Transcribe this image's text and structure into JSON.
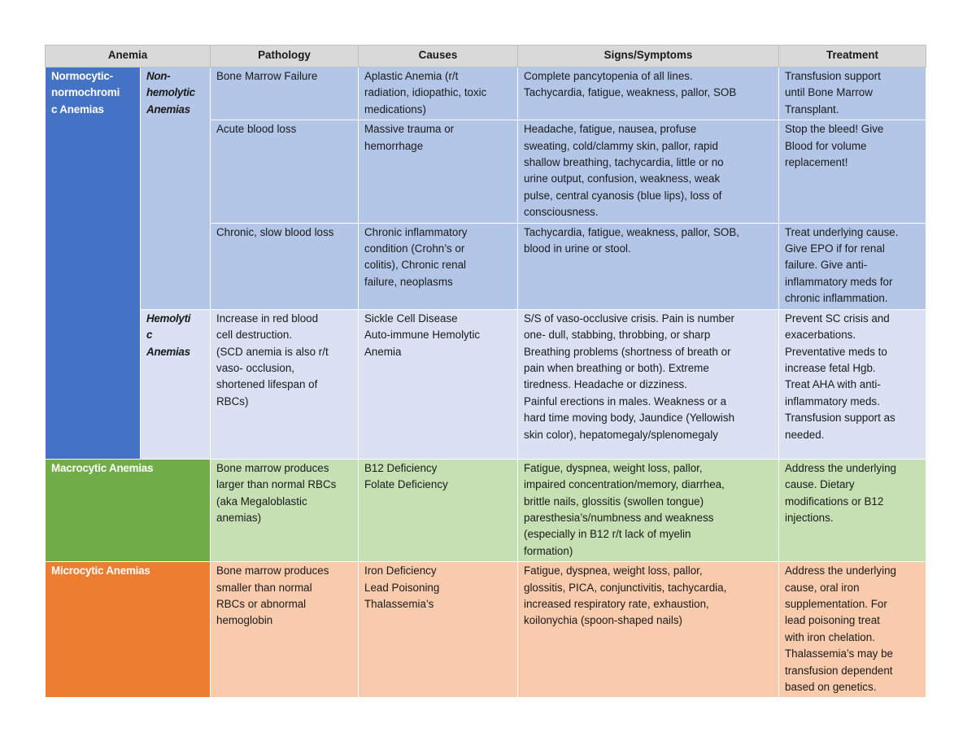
{
  "headers": [
    "Anemia",
    "Pathology",
    "Causes",
    "Signs/Symptoms",
    "Treatment"
  ],
  "groups": {
    "normocytic": "Normocytic-\nnormochromi\nc Anemias",
    "non_hemolytic": "Non-\nhemolytic\nAnemias",
    "hemolytic": "Hemolyti\nc\nAnemias",
    "macrocytic": "Macrocytic Anemias",
    "microcytic": "Microcytic Anemias"
  },
  "rows": [
    {
      "pathology": "Bone Marrow Failure",
      "causes": "Aplastic Anemia (r/t\nradiation, idiopathic, toxic\nmedications)",
      "symptoms": "Complete pancytopenia of all lines.\nTachycardia, fatigue, weakness, pallor, SOB",
      "treatment": "Transfusion support\nuntil Bone Marrow\nTransplant."
    },
    {
      "pathology": "Acute blood loss",
      "causes": "Massive trauma or\nhemorrhage",
      "symptoms": "Headache, fatigue, nausea, profuse\nsweating, cold/clammy skin, pallor, rapid\nshallow breathing, tachycardia, little or no\nurine output, confusion, weakness, weak\npulse, central cyanosis (blue lips), loss of\nconsciousness.",
      "treatment": "Stop the bleed! Give\nBlood for volume\nreplacement!"
    },
    {
      "pathology": "Chronic, slow blood loss",
      "causes": "Chronic inflammatory\ncondition (Crohn’s or\ncolitis), Chronic renal\nfailure, neoplasms",
      "symptoms": "Tachycardia, fatigue, weakness, pallor, SOB,\nblood in urine or stool.",
      "treatment": "Treat underlying cause.\nGive EPO if for renal\nfailure. Give anti-\ninflammatory meds for\nchronic inflammation."
    },
    {
      "pathology": "Increase in red blood\ncell destruction.\n(SCD anemia is also r/t\nvaso- occlusion,\nshortened lifespan of\nRBCs)",
      "causes": "Sickle Cell Disease\nAuto-immune Hemolytic\nAnemia",
      "symptoms": "S/S of vaso-occlusive crisis. Pain is number\none- dull, stabbing, throbbing, or sharp\nBreathing problems (shortness of breath or\npain when breathing or both). Extreme\ntiredness. Headache or dizziness.\nPainful erections in males. Weakness or a\nhard time moving body, Jaundice (Yellowish\nskin color), hepatomegaly/splenomegaly",
      "treatment": "Prevent SC crisis and\nexacerbations.\nPreventative meds to\nincrease fetal Hgb.\nTreat AHA with anti-\ninflammatory meds.\nTransfusion support as\nneeded."
    },
    {
      "pathology": "Bone marrow produces\nlarger than normal RBCs\n(aka Megaloblastic\nanemias)",
      "causes": "B12 Deficiency\nFolate Deficiency",
      "symptoms": "Fatigue, dyspnea, weight loss, pallor,\nimpaired concentration/memory, diarrhea,\nbrittle nails, glossitis (swollen tongue)\nparesthesia’s/numbness and weakness\n(especially in B12 r/t lack of myelin\nformation)",
      "treatment": "Address the underlying\ncause. Dietary\nmodifications or B12\ninjections."
    },
    {
      "pathology": "Bone marrow produces\nsmaller than normal\nRBCs or abnormal\nhemoglobin",
      "causes": "Iron Deficiency\nLead Poisoning\nThalassemia’s",
      "symptoms": "Fatigue, dyspnea, weight loss, pallor,\nglossitis, PICA, conjunctivitis, tachycardia,\nincreased respiratory rate, exhaustion,\nkoilonychia (spoon-shaped nails)",
      "treatment": "Address the underlying\ncause, oral iron\nsupplementation. For\nlead poisoning treat\nwith iron chelation.\nThalassemia’s may be\ntransfusion dependent\nbased on genetics."
    }
  ]
}
